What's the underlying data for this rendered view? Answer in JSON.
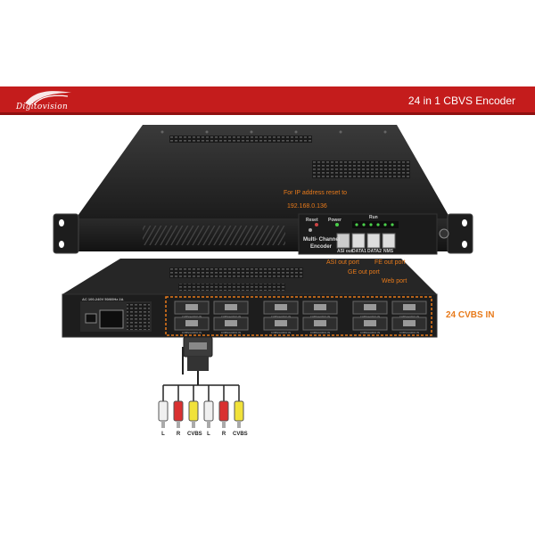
{
  "banner": {
    "brand": "Digitovision",
    "title": "24 in 1 CBVS Encoder",
    "accent": "#c41c1c"
  },
  "front_panel": {
    "reset_label": "Reset",
    "power_label": "Power",
    "run_label": "Run",
    "model_line1": "Multi- Channel",
    "model_line2": "Encoder",
    "asi_label": "ASI out",
    "data1_label": "DATA1",
    "data2_label": "DATA2",
    "nms_label": "NMS"
  },
  "annotations": {
    "ip_reset_line1": "For IP address reset to",
    "ip_reset_line2": "192.168.0.136",
    "asi_port": "ASI out port",
    "ge_port": "GE out port",
    "fe_port": "FE out port",
    "web_port": "Web port",
    "cvbs_in": "24 CVBS IN",
    "color": "#e87a1a"
  },
  "rear_panel": {
    "power_spec": "AC 100-240V 50/60Hz 2A",
    "port_caption": "CVBS/AUDIO IN"
  },
  "cable": {
    "labels": [
      "L",
      "R",
      "CVBS",
      "L",
      "R",
      "CVBS"
    ],
    "plug_colors": [
      "#f0f0f0",
      "#d93030",
      "#f1e23a",
      "#f0f0f0",
      "#d93030",
      "#f1e23a"
    ]
  }
}
